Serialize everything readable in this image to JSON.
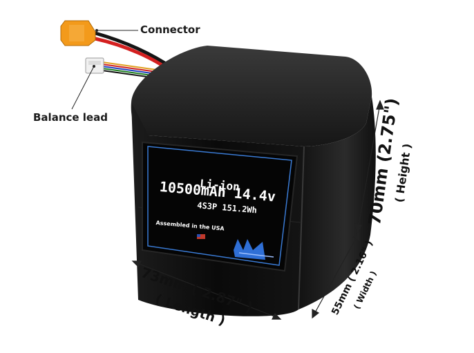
{
  "callouts": {
    "connector": "Connector",
    "balance_lead": "Balance lead"
  },
  "battery_label": {
    "chemistry": "Li-ion",
    "capacity_voltage": "10500mAh 14.4v",
    "config_energy": "4S3P 151.2Wh",
    "assembled": "Assembled in the USA"
  },
  "dimensions": {
    "height_value": "70mm (2.75\")",
    "height_name": "( Height )",
    "length_value": "73mm ( 2.87\" )",
    "length_name": "( Length )",
    "width_value": "55mm ( 2.16\" )",
    "width_name": "( Width )"
  },
  "colors": {
    "battery_body": "#0c0c0c",
    "connector": "#f39a1b",
    "label_border": "#3a7bd5",
    "logo": "#2f6fd6"
  }
}
